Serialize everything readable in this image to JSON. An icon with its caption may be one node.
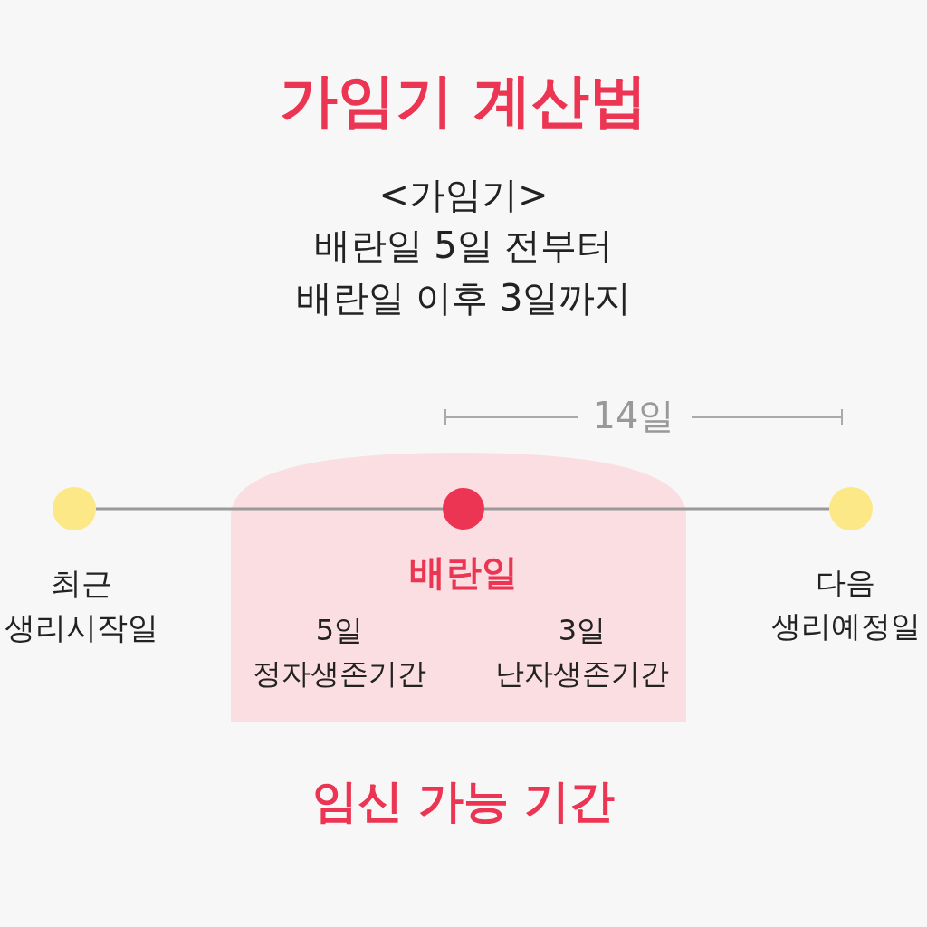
{
  "diagram": {
    "title": "가임기 계산법",
    "nodes": [
      {
        "text": [
          "5일 정자생존기간",
          "3일 난자생존기간"
        ],
        "beside": [
          "임신 가능 기간"
        ]
      },
      {
        "text": [],
        "shape": "circle",
        "beside": [
          "최근 생리시작일"
        ]
      },
      {
        "text": [],
        "shape": "circle",
        "in": 0,
        "beside": [
          "배란일"
        ]
      },
      {
        "text": [],
        "shape": "circle",
        "beside": [
          "다음 생리예정일"
        ]
      }
    ],
    "edges": [
      {
        "from": 1,
        "to": 2,
        "arrow": "none"
      },
      {
        "from": 2,
        "to": 3,
        "arrow": "none"
      }
    ],
    "labels": [
      "<가임기>",
      "배란일 5일 전부터",
      "배란일 이후 3일까지",
      "14일"
    ]
  }
}
